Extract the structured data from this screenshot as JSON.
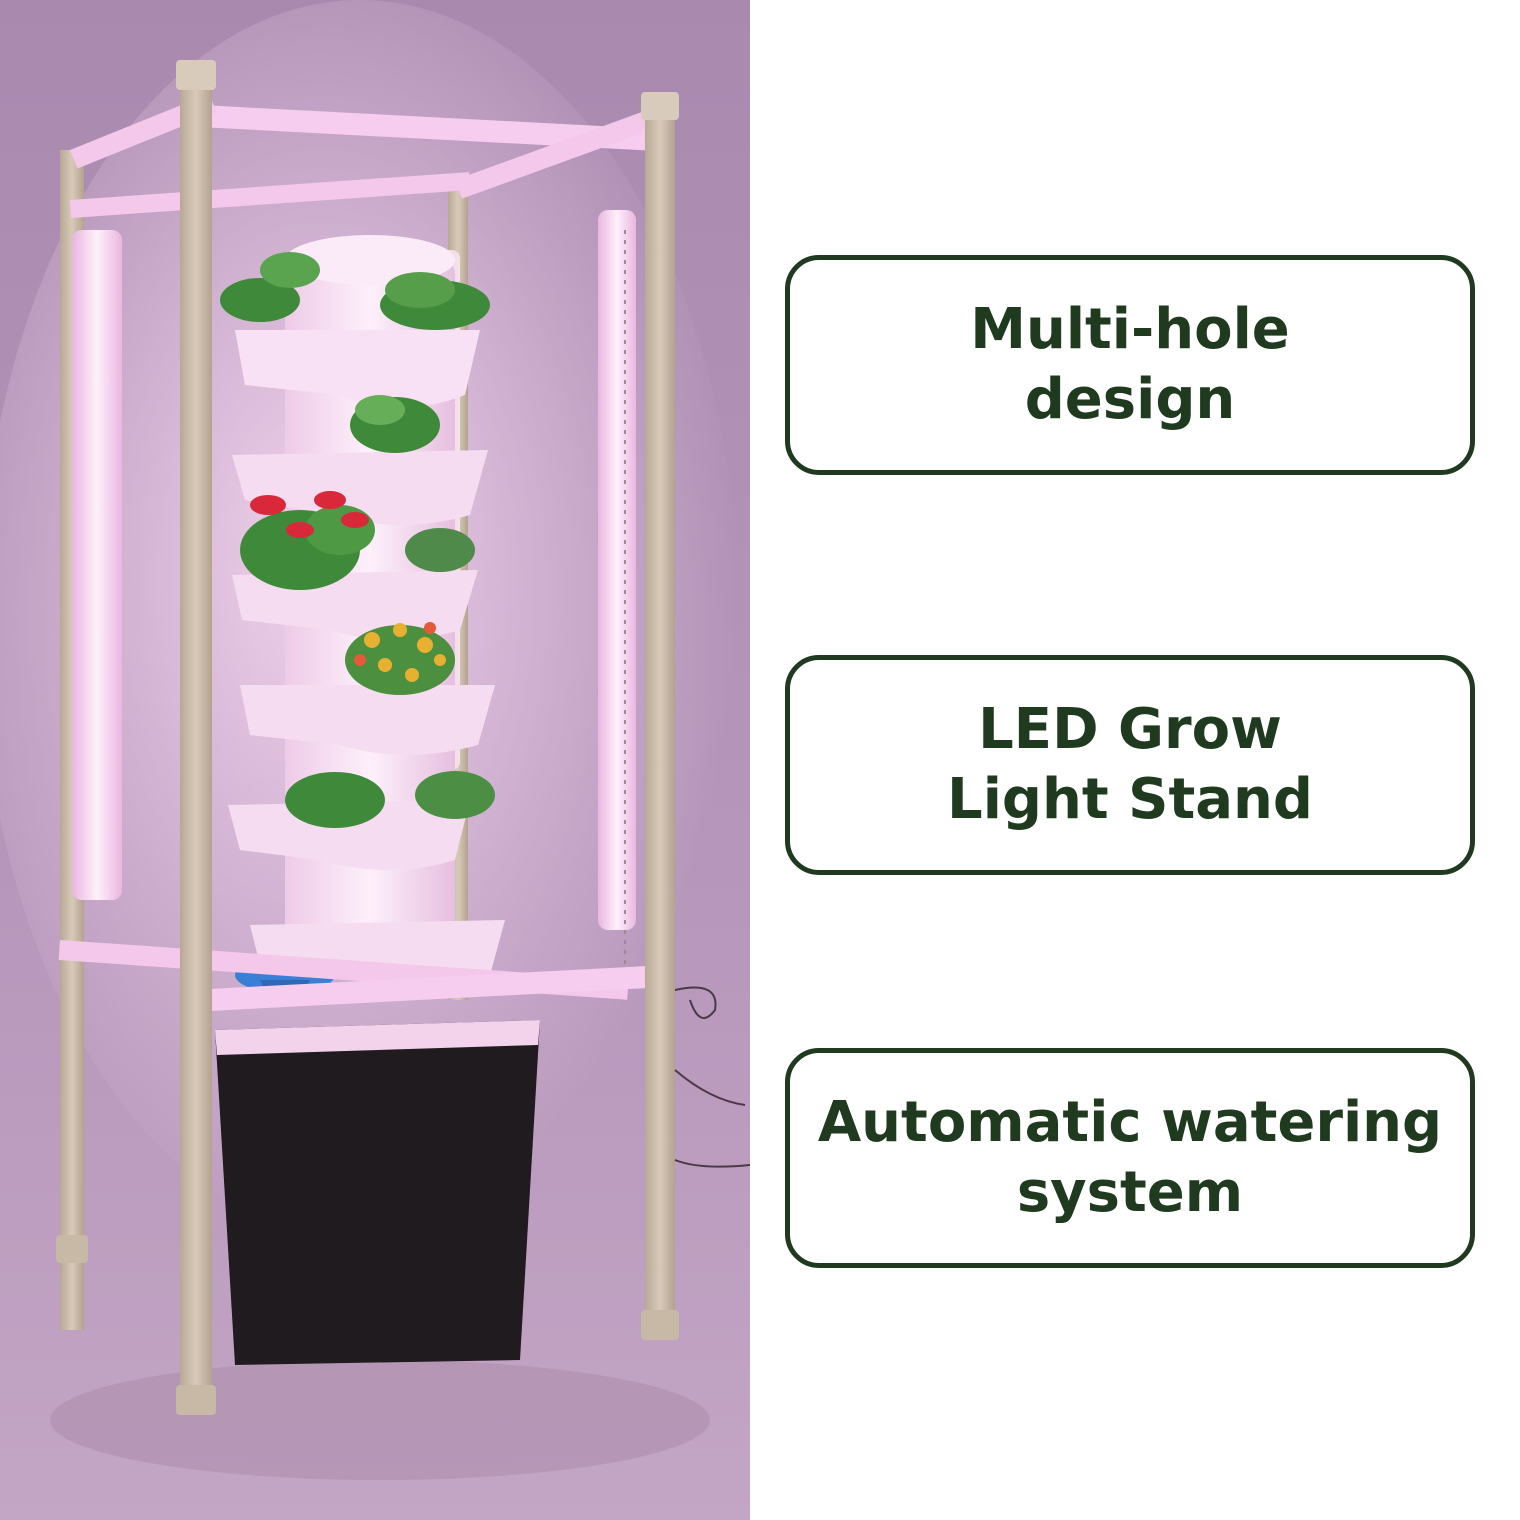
{
  "colors": {
    "background": "#ffffff",
    "box_border": "#1f3a1f",
    "text": "#1f3a1f",
    "photo_backdrop": "#b593b8",
    "frame_pipe": "#c9b9a8",
    "grow_light": "#f7d6ef",
    "tower": "#f4dcef",
    "reservoir": "#1e1a1e",
    "funnel": "#3a7fd6",
    "foliage": "#3f8a3a",
    "flower_red": "#d8283a",
    "flower_yellow": "#e8b030"
  },
  "product_photo": {
    "subject": "hydroponic tower with LED grow light stand"
  },
  "features": [
    {
      "label": "Multi-hole\ndesign"
    },
    {
      "label": "LED Grow\nLight Stand"
    },
    {
      "label": "Automatic watering\nsystem"
    }
  ]
}
